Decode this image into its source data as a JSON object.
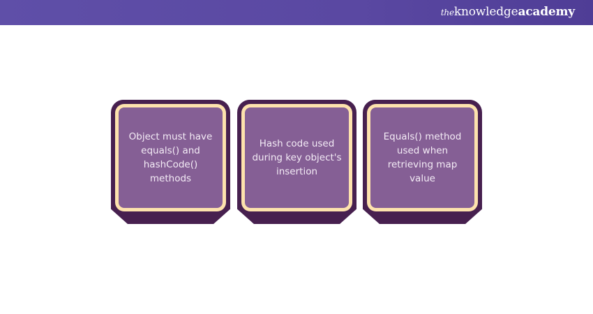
{
  "header": {
    "brand": {
      "prefix": "the",
      "word1": "knowledge",
      "word2": "academy"
    },
    "color": "#5a48a2"
  },
  "cards": [
    {
      "text": "Object must have equals() and hashCode() methods"
    },
    {
      "text": "Hash code used during key object's insertion"
    },
    {
      "text": "Equals() method used when retrieving map value"
    }
  ],
  "colors": {
    "card_border": "#47204f",
    "card_ring": "#fde2ad",
    "card_fill": "#855f95",
    "card_text": "#f4ecf6"
  }
}
